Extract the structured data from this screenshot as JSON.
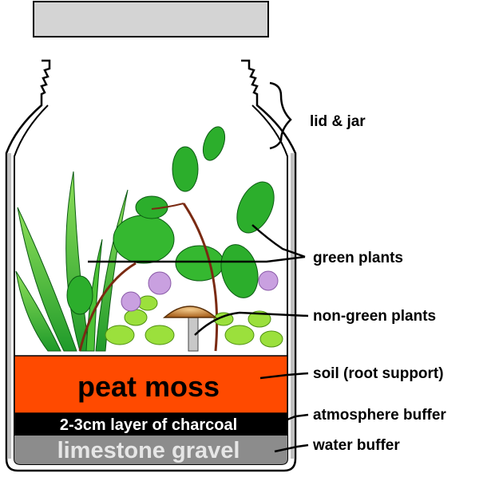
{
  "layers": {
    "soil": "peat moss",
    "charcoal": "2-3cm layer of charcoal",
    "gravel": "limestone gravel"
  },
  "labels": {
    "lid_jar": "lid & jar",
    "green_plants": "green plants",
    "non_green_plants": "non-green plants",
    "soil_role": "soil (root support)",
    "atmosphere": "atmosphere buffer",
    "water": "water buffer"
  },
  "colors": {
    "soil": "#ff4a00",
    "charcoal": "#000000",
    "gravel": "#8c8c8c",
    "lid": "#d4d4d4",
    "leaf": "#2fb52f",
    "leaf_light": "#9be03c",
    "clover": "#c9a0e0",
    "mushroom_cap": "#c47a2a"
  }
}
